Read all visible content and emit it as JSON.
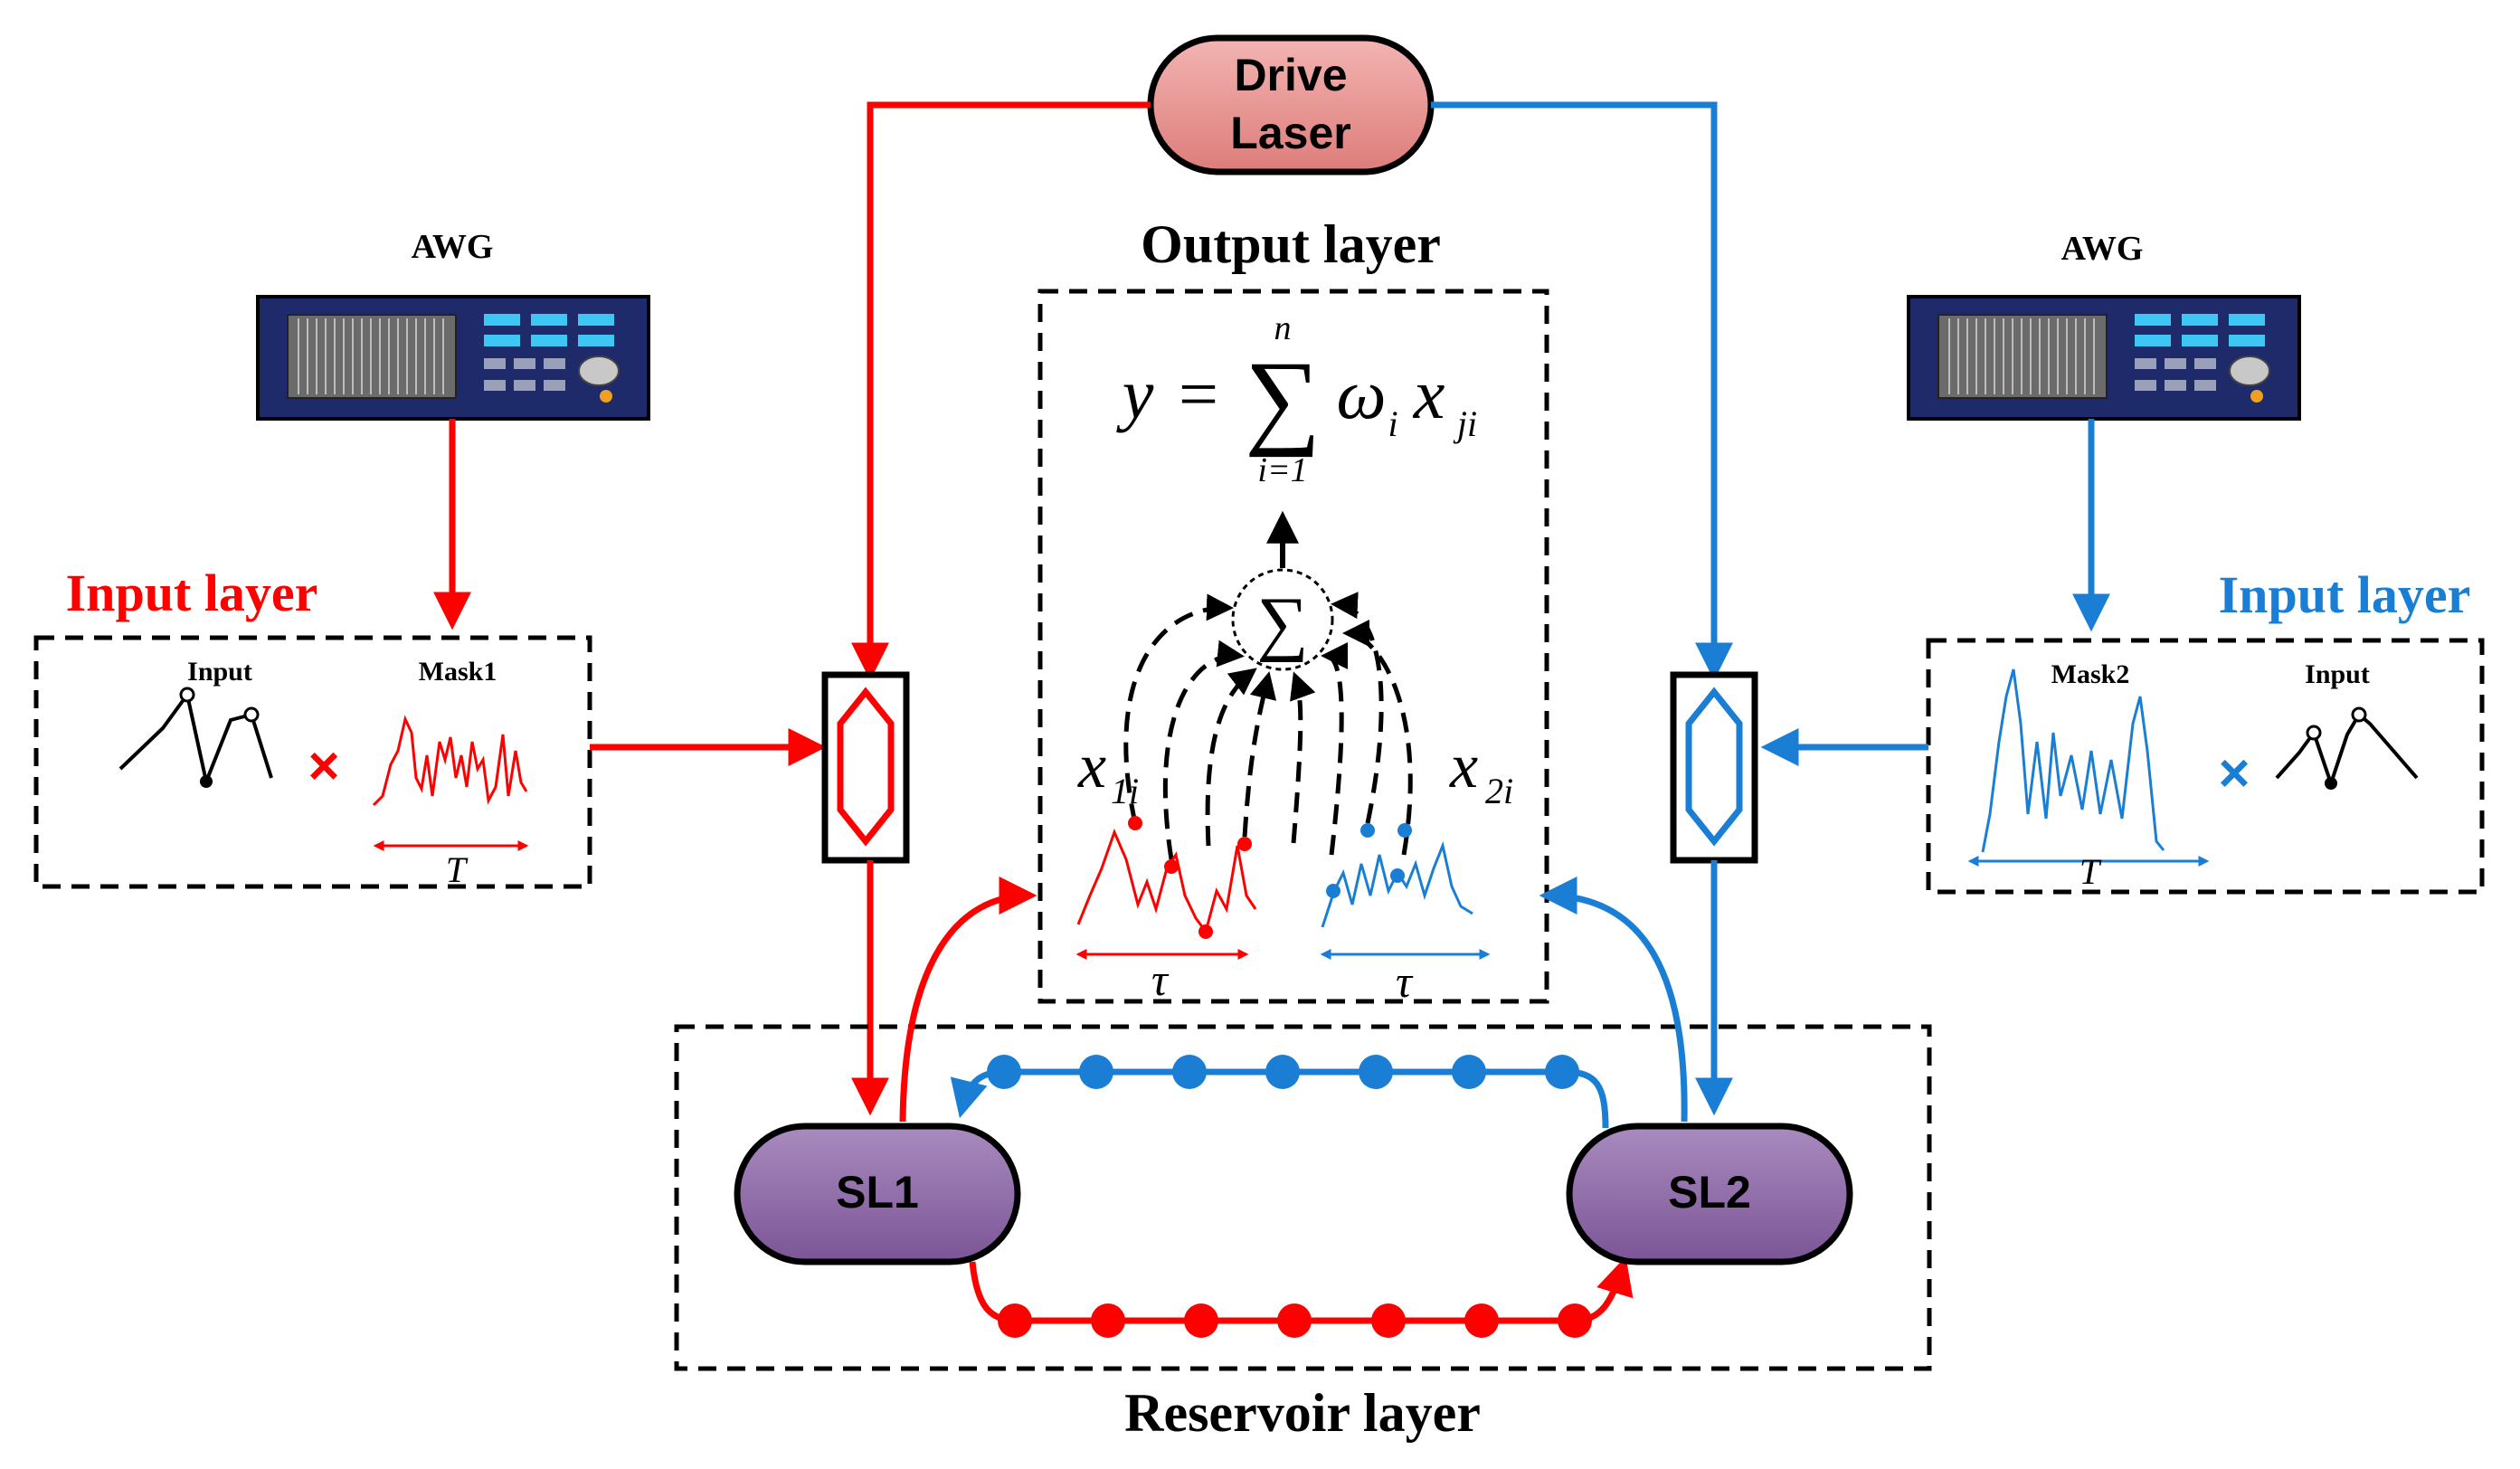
{
  "drive_laser": {
    "line1": "Drive",
    "line2": "Laser"
  },
  "awg_left": {
    "label": "AWG"
  },
  "awg_right": {
    "label": "AWG"
  },
  "input_layer_left": {
    "title": "Input layer",
    "input_label": "Input",
    "mask_label": "Mask1",
    "period": "T",
    "times": "×"
  },
  "input_layer_right": {
    "title": "Input layer",
    "input_label": "Input",
    "mask_label": "Mask2",
    "period": "T",
    "times": "×"
  },
  "output_layer": {
    "title": "Output layer",
    "formula": {
      "lhs": "y",
      "eq": "=",
      "sum": "∑",
      "upper": "n",
      "lower": "i=1",
      "w": "ω",
      "w_sub": "i",
      "x": "x",
      "x_sub": "ji"
    },
    "sum_node": "∑",
    "x1_main": "x",
    "x1_sub": "1i",
    "x2_main": "x",
    "x2_sub": "2i",
    "tau_left": "τ",
    "tau_right": "τ"
  },
  "reservoir_layer": {
    "title": "Reservoir layer",
    "sl1": "SL1",
    "sl2": "SL2"
  },
  "colors": {
    "red": "#ff0000",
    "blue": "#1a7fd4",
    "laser_fill": "#e8918f",
    "sl_fill": "#8f6aa8",
    "awg_body": "#1f2a6b"
  }
}
